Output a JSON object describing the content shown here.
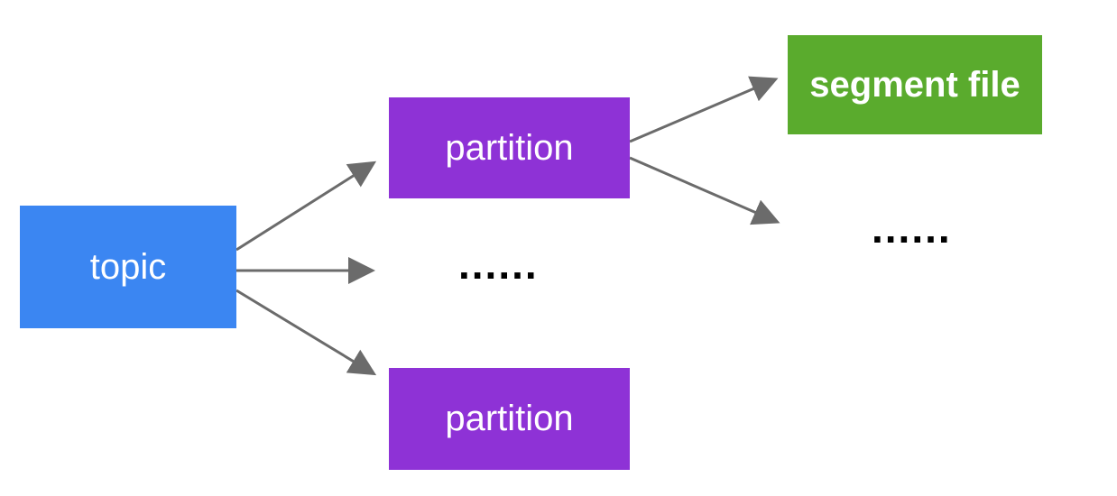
{
  "diagram": {
    "nodes": {
      "topic": {
        "label": "topic",
        "color": "#3b86f2"
      },
      "partition_1": {
        "label": "partition",
        "color": "#8e32d6"
      },
      "partition_2": {
        "label": "partition",
        "color": "#8e32d6"
      },
      "segment_file": {
        "label": "segment file",
        "color": "#5aab2d"
      }
    },
    "ellipses": {
      "partitions_more": "......",
      "segments_more": "......"
    },
    "arrow_color": "#6b6b6b",
    "edges": [
      {
        "from": "topic",
        "to": "partition_1"
      },
      {
        "from": "topic",
        "to": "partitions_more"
      },
      {
        "from": "topic",
        "to": "partition_2"
      },
      {
        "from": "partition_1",
        "to": "segment_file"
      },
      {
        "from": "partition_1",
        "to": "segments_more"
      }
    ]
  }
}
